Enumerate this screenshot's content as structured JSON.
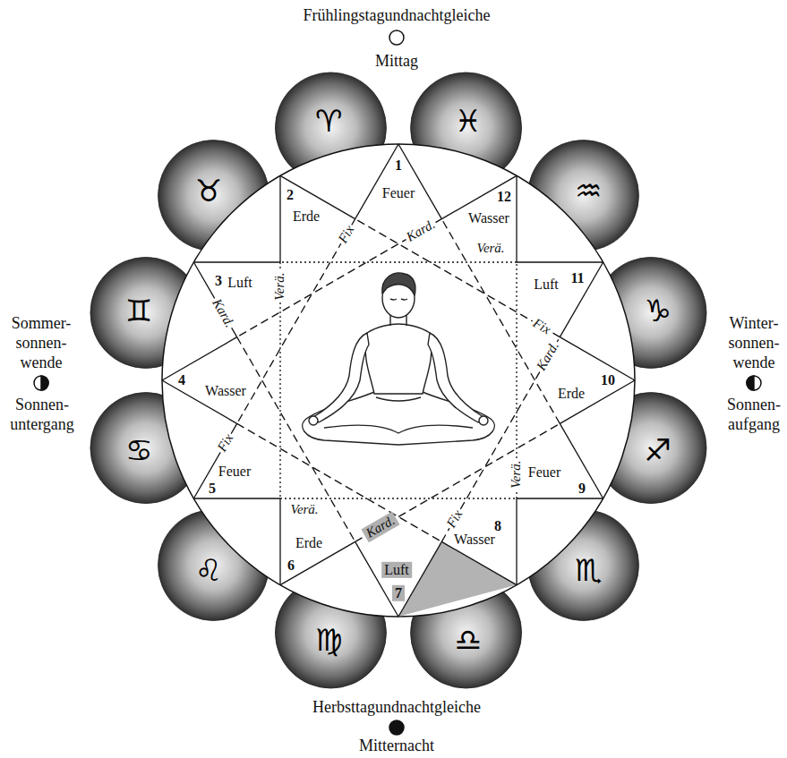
{
  "diagram": {
    "nodes": [
      {
        "text": [
          "♈"
        ]
      },
      {
        "text": [
          "♉"
        ]
      },
      {
        "text": [
          "♊"
        ]
      },
      {
        "text": [
          "♋"
        ]
      },
      {
        "text": [
          "♌"
        ]
      },
      {
        "text": [
          "♍"
        ]
      },
      {
        "text": [
          "♎"
        ]
      },
      {
        "text": [
          "♏"
        ]
      },
      {
        "text": [
          "♐"
        ]
      },
      {
        "text": [
          "♑"
        ]
      },
      {
        "text": [
          "♒"
        ]
      },
      {
        "text": [
          "♓"
        ]
      }
    ],
    "labels": [
      "Frühlingstagundnachtgleiche",
      "Mittag",
      "Sommer- sonnen- wende",
      "Sonnen- untergang",
      "Winter- sonnen- wende",
      "Sonnen- aufgang",
      "Herbsttagundnachtgleiche",
      "Mitternacht",
      "1",
      "Feuer",
      "Kard.",
      "2",
      "Erde",
      "Fix",
      "3",
      "Luft",
      "Verä.",
      "4",
      "Wasser",
      "Kard.",
      "5",
      "Feuer",
      "Fix",
      "6",
      "Erde",
      "Verä.",
      "7",
      "Luft",
      "Kard.",
      "8",
      "Wasser",
      "Fix",
      "9",
      "Feuer",
      "Verä.",
      "10",
      "Erde",
      "Kard.",
      "11",
      "Luft",
      "Fix",
      "12",
      "Wasser",
      "Verä."
    ]
  }
}
